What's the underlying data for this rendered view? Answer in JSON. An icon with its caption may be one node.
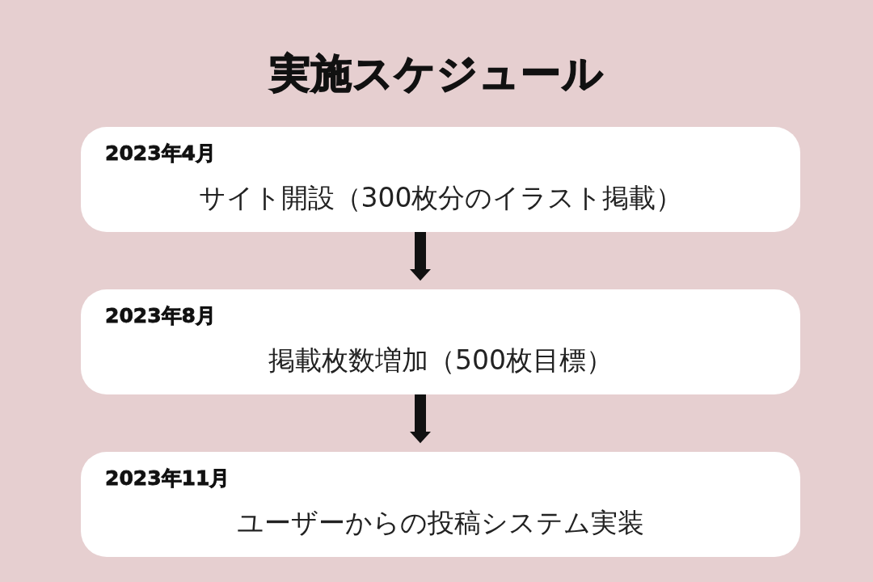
{
  "diagram": {
    "title": "実施スケジュール",
    "nodes": [
      {
        "text": [
          "2023年4月",
          "サイト開設（300枚分のイラスト掲載）"
        ]
      },
      {
        "text": [
          "2023年8月",
          "掲載枚数増加（500枚目標）"
        ]
      },
      {
        "text": [
          "2023年11月",
          "ユーザーからの投稿システム実装"
        ]
      }
    ],
    "edges": [
      {
        "from": 0,
        "to": 1,
        "arrow": "to"
      },
      {
        "from": 1,
        "to": 2,
        "arrow": "to"
      }
    ]
  }
}
